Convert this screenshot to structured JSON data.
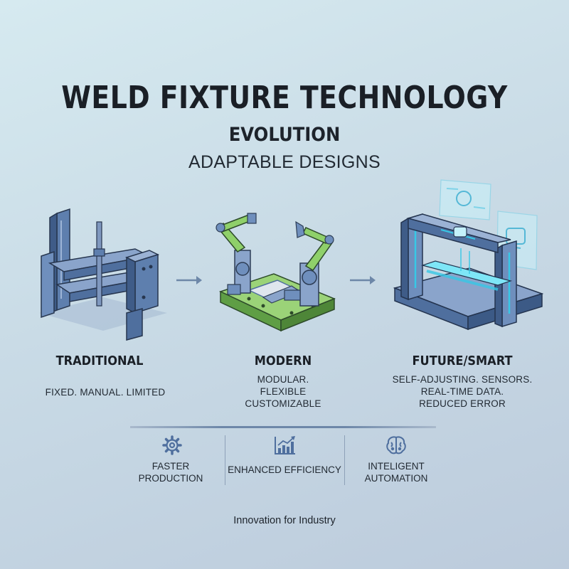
{
  "header": {
    "title": "WELD FIXTURE TECHNOLOGY",
    "subtitle": "EVOLUTION",
    "tagline": "ADAPTABLE DESIGNS"
  },
  "stages": [
    {
      "title": "TRADITIONAL",
      "desc": [
        "FIXED. MANUAL. LIMITED"
      ],
      "icon": "rigid-fixture-icon"
    },
    {
      "title": "MODERN",
      "desc": [
        "MODULAR.",
        "FLEXIBLE",
        "CUSTOMIZABLE"
      ],
      "icon": "robot-arms-fixture-icon"
    },
    {
      "title": "FUTURE/SMART",
      "desc": [
        "SELF-ADJUSTING. SENSORS.",
        "REAL-TIME DATA.",
        "REDUCED ERROR"
      ],
      "icon": "smart-fixture-icon"
    }
  ],
  "benefits": [
    {
      "label": [
        "FASTER",
        "PRODUCTION"
      ],
      "icon": "gear-icon"
    },
    {
      "label": [
        "ENHANCED EFFICIENCY"
      ],
      "icon": "bar-chart-icon"
    },
    {
      "label": [
        "INTELIGENT",
        "AUTOMATION"
      ],
      "icon": "brain-icon"
    }
  ],
  "footer": "Innovation for Industry",
  "colors": {
    "steel_blue": "#4f6f9e",
    "modern_green": "#7cc35a",
    "smart_cyan": "#37c8e6",
    "divider": "#6d87a8"
  }
}
